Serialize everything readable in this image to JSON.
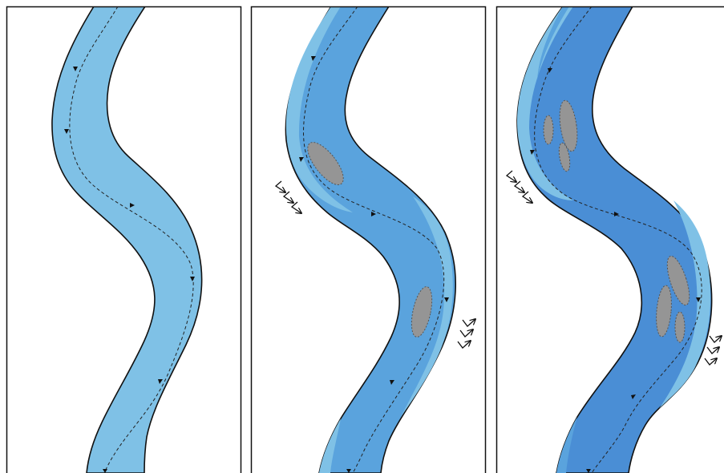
{
  "figure": {
    "panels": [
      {
        "id": "panel-1",
        "stage": 1,
        "has_deposits": false,
        "erosion_arrows": 0
      },
      {
        "id": "panel-2",
        "stage": 2,
        "has_deposits": true,
        "deposit_count": 2,
        "erosion_arrows": 2
      },
      {
        "id": "panel-3",
        "stage": 3,
        "has_deposits": true,
        "deposit_count": 6,
        "erosion_arrows": 2
      }
    ],
    "colors": {
      "river_light": "#7fc1e6",
      "river_mid": "#5aa3dd",
      "river_deep": "#4a8ed5",
      "outline": "#111111",
      "deposit": "#959595",
      "panel_border": "#111111",
      "background": "#ffffff"
    },
    "icons": [
      "flow-direction-arrow-icon",
      "erosion-arrow-icon"
    ]
  }
}
